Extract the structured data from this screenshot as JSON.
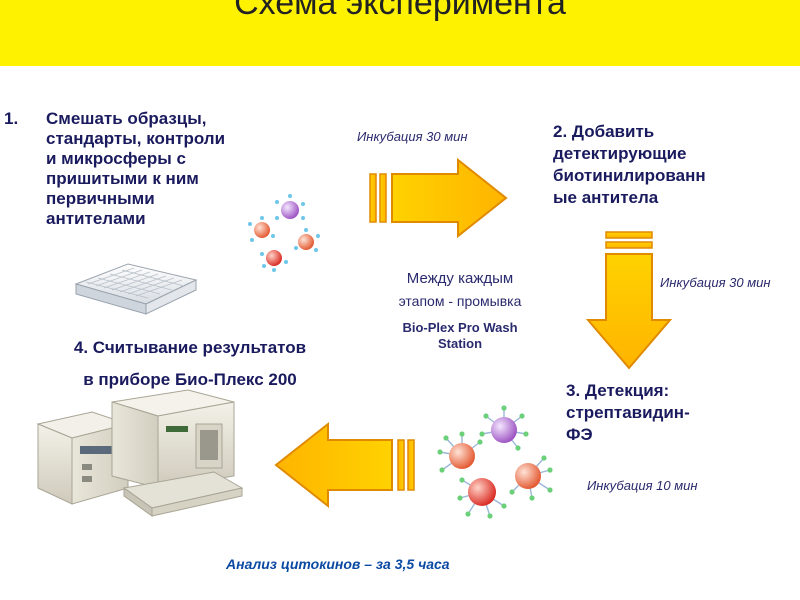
{
  "title": "Схема эксперимента",
  "step1": {
    "number": "1.",
    "lines": [
      "Смешать образцы,",
      "стандарты, контроли",
      "и микросферы с",
      "пришитыми к ним",
      "первичными",
      "антителами"
    ]
  },
  "step2": {
    "lines": [
      "2. Добавить",
      "детектирующие",
      "биотинилированн",
      "ые антитела"
    ]
  },
  "step3": {
    "lines": [
      "3. Детекция:",
      "стрептавидин-",
      "ФЭ"
    ]
  },
  "step4": {
    "lines": [
      "4. Считывание результатов",
      "в приборе Био-Плекс 200"
    ]
  },
  "incubation": {
    "top": "Инкубация 30 мин",
    "right": "Инкубация 30 мин",
    "bottom": "Инкубация 10 мин"
  },
  "center": {
    "line1": "Между каждым",
    "line2": "этапом - промывка",
    "line3": "Bio-Plex Pro Wash",
    "line4": "Station"
  },
  "footer": "Анализ цитокинов – за 3,5 часа",
  "colors": {
    "header": "#fff200",
    "arrow": "#ffd200",
    "arrow_stroke": "#e08a00",
    "text": "#1a1a5e",
    "footer": "#0b4aa2"
  }
}
